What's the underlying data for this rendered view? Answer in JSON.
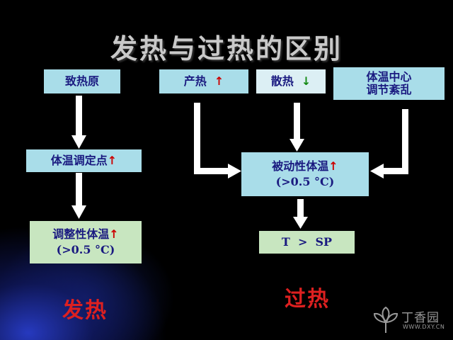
{
  "slide": {
    "title": "发热与过热的区别",
    "fever": {
      "box1": "致热原",
      "box2": "体温调定点",
      "box3_line1": "调整性体温",
      "box3_line2": "(>0.5 °C)",
      "label": "发热"
    },
    "hyperthermia": {
      "box1": "产热",
      "box2": "散热",
      "box3_line1": "体温中心",
      "box3_line2": "调节紊乱",
      "center_line1": "被动性体温",
      "center_line2": "(>0.5 °C)",
      "result": "T  >  SP",
      "label": "过热"
    },
    "arrows": {
      "up": "↑",
      "down": "↓"
    },
    "watermark": {
      "text": "丁香园",
      "url": "WWW.DXY.CN"
    },
    "colors": {
      "background": "#000000",
      "box_blue": "#a9dde9",
      "box_green": "#c8e6c0",
      "box_text": "#1a1a80",
      "red_label": "#dd2020",
      "title": "#c9c9c9"
    }
  }
}
